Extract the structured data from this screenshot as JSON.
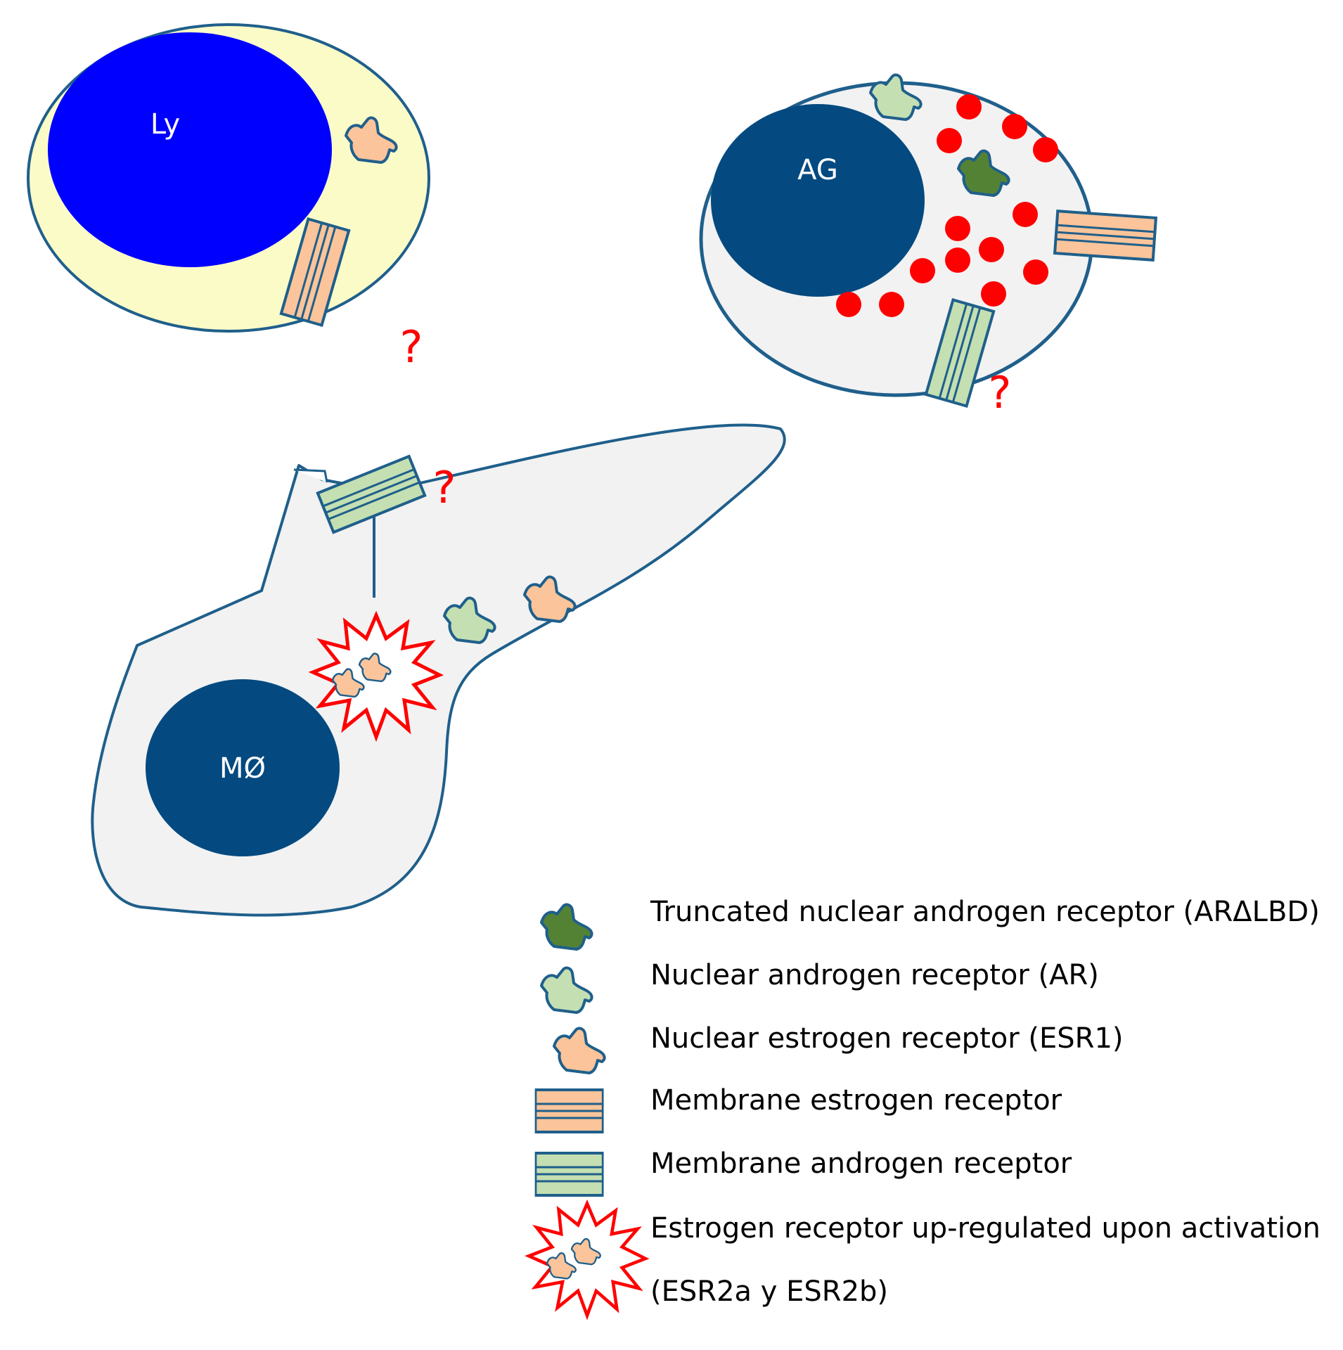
{
  "cells": {
    "lymphocyte": {
      "label": "Ly",
      "question_mark": "?"
    },
    "granulocyte": {
      "label": "AG",
      "question_mark": "?"
    },
    "macrophage": {
      "label": "MØ",
      "question_mark": "?"
    }
  },
  "legend": {
    "truncated_ar": "Truncated nuclear androgen receptor (ARΔLBD)",
    "nuclear_ar": "Nuclear androgen receptor (AR)",
    "nuclear_esr1": "Nuclear estrogen receptor (ESR1)",
    "membrane_er": "Membrane estrogen receptor",
    "membrane_ar": "Membrane androgen receptor",
    "upregulated_line1": "Estrogen receptor up-regulated upon activation",
    "upregulated_line2": "(ESR2a y ESR2b)"
  },
  "colors": {
    "ly_cytoplasm": "#fbfbc8",
    "ly_nucleus": "#0000ff",
    "cell_cytoplasm": "#f2f2f2",
    "nucleus_dark": "#044a80",
    "outline": "#1f5f8b",
    "granule": "#ff0000",
    "esr1": "#fbc49a",
    "ar": "#c4dfb2",
    "truncated_ar": "#548235",
    "starburst": "#ff0000",
    "question": "#ff0000"
  }
}
